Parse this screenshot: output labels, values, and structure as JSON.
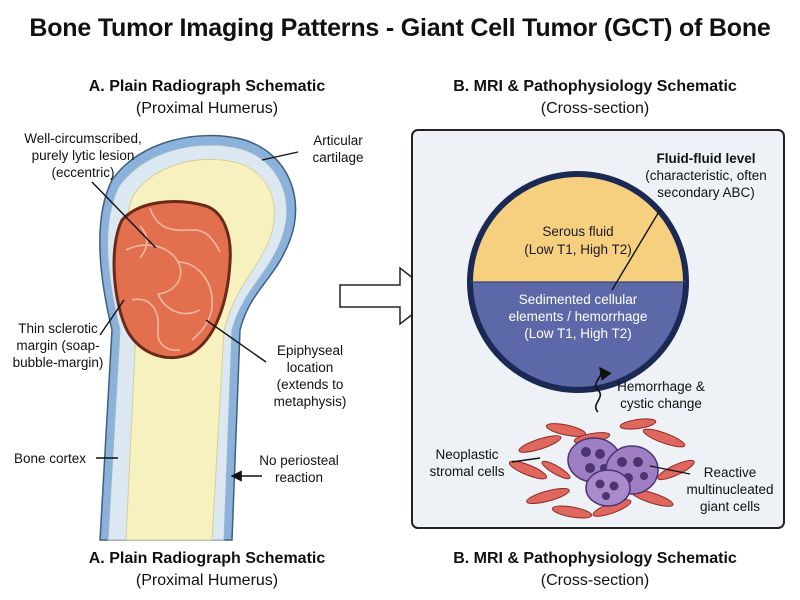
{
  "title": "Bone Tumor Imaging Patterns - Giant Cell Tumor (GCT) of Bone",
  "panel_a": {
    "heading": "A. Plain Radiograph Schematic",
    "subheading": "(Proximal Humerus)",
    "labels": {
      "lesion": "Well-circumscribed, purely lytic lesion (eccentric)",
      "cartilage": "Articular cartilage",
      "margin": "Thin sclerotic margin (soap-bubble-margin)",
      "location": "Epiphyseal location (extends to metaphysis)",
      "cortex": "Bone cortex",
      "periosteal": "No periosteal reaction"
    }
  },
  "panel_b": {
    "heading": "B. MRI & Pathophysiology Schematic",
    "subheading": "(Cross-section)",
    "labels": {
      "fluid_level_title": "Fluid-fluid level",
      "fluid_level_note": "(characteristic, often secondary ABC)",
      "serous_line1": "Serous fluid",
      "serous_line2": "(Low T1, High T2)",
      "sediment_line1": "Sedimented cellular",
      "sediment_line2": "elements / hemorrhage",
      "sediment_line3": "(Low T1, High T2)",
      "hemorrhage": "Hemorrhage & cystic change",
      "stromal": "Neoplastic stromal cells",
      "giant_cells": "Reactive multinucleated giant cells"
    }
  },
  "footer": {
    "a_heading": "A. Plain Radiograph Schematic",
    "a_subheading": "(Proximal Humerus)",
    "b_heading": "B. MRI & Pathophysiology Schematic",
    "b_subheading": "(Cross-section)"
  },
  "colors": {
    "cartilage": "#8ab2db",
    "cortex": "#dbe7f1",
    "marrow": "#f7f1c0",
    "lesion": "#e2704f",
    "panel_bg": "#eef2f7",
    "serous": "#f6d07f",
    "sediment": "#5d68a8",
    "stromal": "#e0675e",
    "giant_cell": "#9f7fc4"
  }
}
